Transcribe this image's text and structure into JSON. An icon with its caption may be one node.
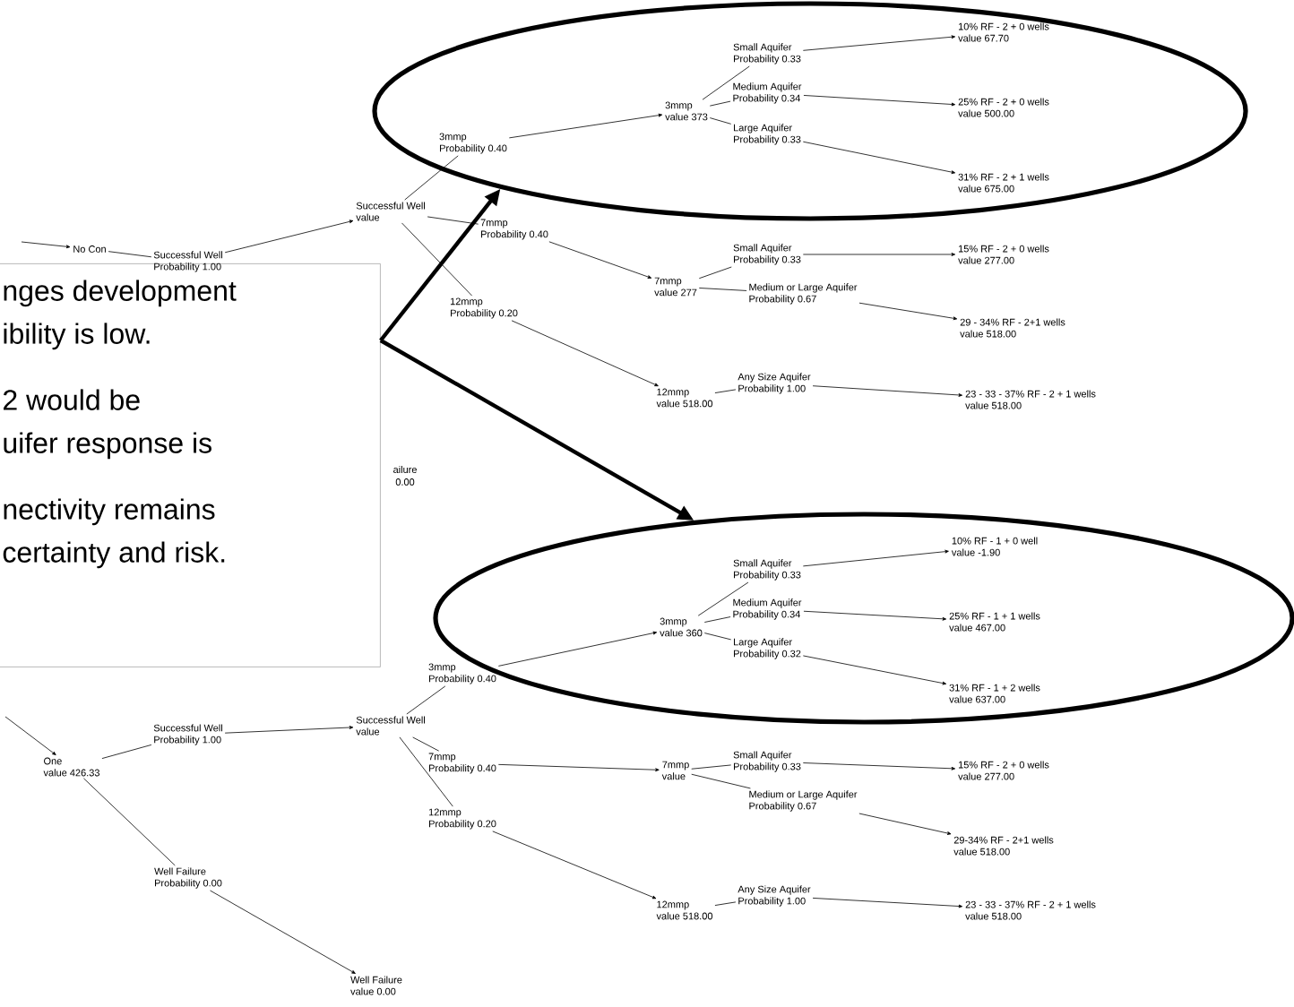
{
  "diagram": {
    "nodes": [
      {
        "text": [
          "nges development",
          "ibility is low.",
          "2 would be",
          "uifer response is",
          "nectivity remains",
          "certainty and risk."
        ]
      },
      {
        "text": [],
        "shape": "ellipse"
      },
      {
        "text": [],
        "shape": "ellipse"
      },
      {
        "text": [
          "No Con"
        ]
      },
      {
        "text": [
          "Successful Well",
          "Probability 1.00"
        ]
      },
      {
        "text": [
          "Successful Well",
          "value"
        ]
      },
      {
        "text": [
          "3mmp",
          "Probability 0.40"
        ],
        "in": 1
      },
      {
        "text": [
          "7mmp",
          "Probability 0.40"
        ]
      },
      {
        "text": [
          "12mmp",
          "Probability 0.20"
        ]
      },
      {
        "text": [
          "3mmp",
          "value 373"
        ],
        "in": 1
      },
      {
        "text": [
          "Small Aquifer",
          "Probability 0.33"
        ],
        "in": 1
      },
      {
        "text": [
          "Medium Aquifer",
          "Probability 0.34"
        ],
        "in": 1
      },
      {
        "text": [
          "Large Aquifer",
          "Probability 0.33"
        ],
        "in": 1
      },
      {
        "text": [
          "10% RF - 2 + 0 wells",
          "value 67.70"
        ],
        "in": 1
      },
      {
        "text": [
          "25% RF - 2 + 0 wells",
          "value 500.00"
        ],
        "in": 1
      },
      {
        "text": [
          "31% RF - 2 + 1 wells",
          "value 675.00"
        ],
        "in": 1
      },
      {
        "text": [
          "7mmp",
          "value 277"
        ]
      },
      {
        "text": [
          "Small Aquifer",
          "Probability 0.33"
        ]
      },
      {
        "text": [
          "Medium or Large Aquifer",
          "Probability 0.67"
        ]
      },
      {
        "text": [
          "15% RF - 2 + 0 wells",
          "value 277.00"
        ]
      },
      {
        "text": [
          "29 - 34% RF - 2+1 wells",
          "value 518.00"
        ]
      },
      {
        "text": [
          "12mmp",
          "value 518.00"
        ]
      },
      {
        "text": [
          "Any Size Aquifer",
          "Probability 1.00"
        ]
      },
      {
        "text": [
          "23 - 33 - 37% RF - 2 + 1 wells",
          "value 518.00"
        ]
      },
      {
        "text": [
          "One",
          "value 426.33"
        ]
      },
      {
        "text": [
          "Successful Well",
          "Probability 1.00"
        ]
      },
      {
        "text": [
          "Successful Well",
          "value"
        ]
      },
      {
        "text": [
          "3mmp",
          "Probability 0.40"
        ]
      },
      {
        "text": [
          "7mmp",
          "Probability 0.40"
        ]
      },
      {
        "text": [
          "12mmp",
          "Probability 0.20"
        ]
      },
      {
        "text": [
          "3mmp",
          "value 360"
        ],
        "in": 2
      },
      {
        "text": [
          "Small Aquifer",
          "Probability 0.33"
        ],
        "in": 2
      },
      {
        "text": [
          "Medium Aquifer",
          "Probability 0.34"
        ],
        "in": 2
      },
      {
        "text": [
          "Large Aquifer",
          "Probability 0.32"
        ],
        "in": 2
      },
      {
        "text": [
          "10% RF - 1 + 0 well",
          "value -1.90"
        ],
        "in": 2
      },
      {
        "text": [
          "25% RF - 1 + 1 wells",
          "value 467.00"
        ],
        "in": 2
      },
      {
        "text": [
          "31% RF - 1 + 2 wells",
          "value 637.00"
        ],
        "in": 2
      },
      {
        "text": [
          "7mmp",
          "value"
        ]
      },
      {
        "text": [
          "Small Aquifer",
          "Probability 0.33"
        ]
      },
      {
        "text": [
          "Medium or Large Aquifer",
          "Probability 0.67"
        ]
      },
      {
        "text": [
          "15% RF - 2 + 0 wells",
          "value 277.00"
        ]
      },
      {
        "text": [
          "29-34% RF - 2+1 wells",
          "value 518.00"
        ]
      },
      {
        "text": [
          "12mmp",
          "value 518.00"
        ]
      },
      {
        "text": [
          "Any Size Aquifer",
          "Probability 1.00"
        ]
      },
      {
        "text": [
          "23 - 33 - 37% RF - 2 + 1 wells",
          "value 518.00"
        ]
      },
      {
        "text": [
          "Well Failure",
          "Probability 0.00"
        ]
      },
      {
        "text": [
          "Well Failure",
          "value 0.00"
        ]
      }
    ],
    "edges": [
      {
        "from": 0,
        "to": 1,
        "arrow": "to",
        "style": "thick"
      },
      {
        "from": 0,
        "to": 2,
        "arrow": "to",
        "style": "thick"
      },
      {
        "from": null,
        "to": 3,
        "arrow": "to"
      },
      {
        "from": 3,
        "to": 4,
        "arrow": "none"
      },
      {
        "from": 4,
        "to": 5,
        "arrow": "to"
      },
      {
        "from": 5,
        "to": 6,
        "arrow": "none"
      },
      {
        "from": 5,
        "to": 7,
        "arrow": "none"
      },
      {
        "from": 5,
        "to": 8,
        "arrow": "none"
      },
      {
        "from": 6,
        "to": 9,
        "arrow": "to"
      },
      {
        "from": 9,
        "to": 10,
        "arrow": "none"
      },
      {
        "from": 9,
        "to": 11,
        "arrow": "none"
      },
      {
        "from": 9,
        "to": 12,
        "arrow": "none"
      },
      {
        "from": 10,
        "to": 13,
        "arrow": "to"
      },
      {
        "from": 11,
        "to": 14,
        "arrow": "to"
      },
      {
        "from": 12,
        "to": 15,
        "arrow": "to"
      },
      {
        "from": 7,
        "to": 16,
        "arrow": "to"
      },
      {
        "from": 16,
        "to": 17,
        "arrow": "none"
      },
      {
        "from": 16,
        "to": 18,
        "arrow": "none"
      },
      {
        "from": 17,
        "to": 19,
        "arrow": "to"
      },
      {
        "from": 18,
        "to": 20,
        "arrow": "to"
      },
      {
        "from": 8,
        "to": 21,
        "arrow": "to"
      },
      {
        "from": 21,
        "to": 22,
        "arrow": "none"
      },
      {
        "from": 22,
        "to": 23,
        "arrow": "to"
      },
      {
        "from": null,
        "to": 24,
        "arrow": "to"
      },
      {
        "from": 24,
        "to": 25,
        "arrow": "none"
      },
      {
        "from": 25,
        "to": 26,
        "arrow": "to"
      },
      {
        "from": 26,
        "to": 27,
        "arrow": "none"
      },
      {
        "from": 26,
        "to": 28,
        "arrow": "none"
      },
      {
        "from": 26,
        "to": 29,
        "arrow": "none"
      },
      {
        "from": 27,
        "to": 30,
        "arrow": "to"
      },
      {
        "from": 30,
        "to": 31,
        "arrow": "none"
      },
      {
        "from": 30,
        "to": 32,
        "arrow": "none"
      },
      {
        "from": 30,
        "to": 33,
        "arrow": "none"
      },
      {
        "from": 31,
        "to": 34,
        "arrow": "to"
      },
      {
        "from": 32,
        "to": 35,
        "arrow": "to"
      },
      {
        "from": 33,
        "to": 36,
        "arrow": "to"
      },
      {
        "from": 28,
        "to": 37,
        "arrow": "to"
      },
      {
        "from": 37,
        "to": 38,
        "arrow": "none"
      },
      {
        "from": 37,
        "to": 39,
        "arrow": "none"
      },
      {
        "from": 38,
        "to": 40,
        "arrow": "to"
      },
      {
        "from": 39,
        "to": 41,
        "arrow": "to"
      },
      {
        "from": 29,
        "to": 42,
        "arrow": "to"
      },
      {
        "from": 42,
        "to": 43,
        "arrow": "none"
      },
      {
        "from": 43,
        "to": 44,
        "arrow": "to"
      },
      {
        "from": 24,
        "to": 45,
        "arrow": "none"
      },
      {
        "from": 45,
        "to": 46,
        "arrow": "to"
      }
    ],
    "labels": [
      "ailure",
      "0.00"
    ]
  }
}
